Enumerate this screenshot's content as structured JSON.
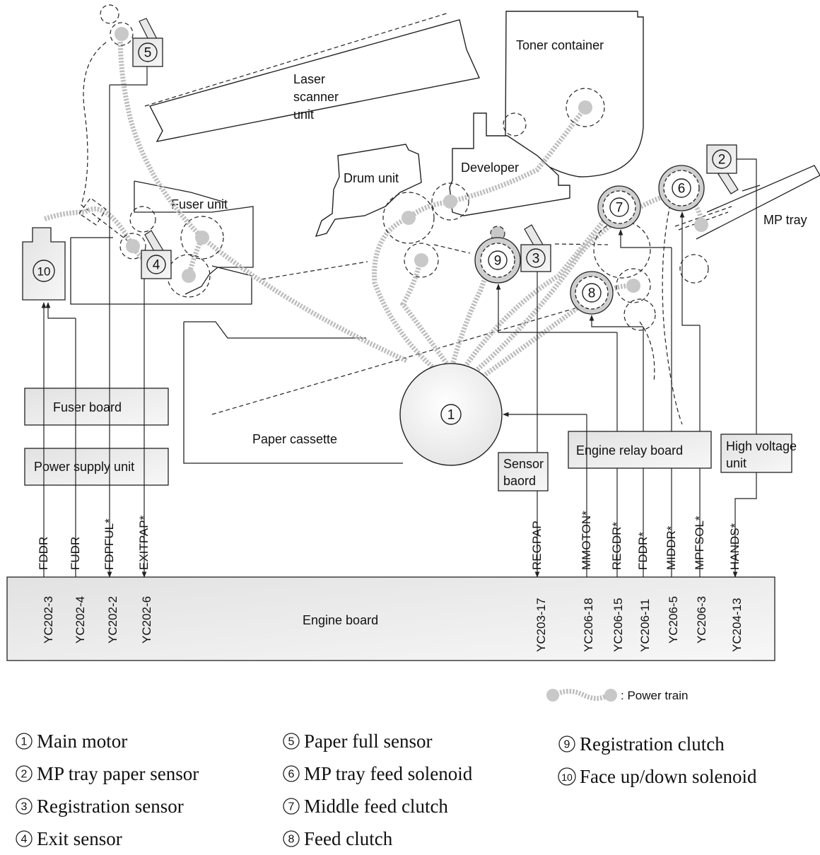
{
  "components": {
    "toner_container": "Toner container",
    "laser_scanner": [
      "Laser",
      "scanner",
      "unit"
    ],
    "drum_unit": "Drum unit",
    "developer": "Developer",
    "fuser_unit": "Fuser unit",
    "mp_tray": "MP tray",
    "paper_cassette": "Paper cassette"
  },
  "boards": {
    "fuser_board": "Fuser board",
    "power_supply": "Power supply unit",
    "engine_relay": "Engine relay board",
    "high_voltage": [
      "High voltage",
      "unit"
    ],
    "sensor_board": [
      "Sensor",
      "baord"
    ],
    "engine_board": "Engine board"
  },
  "signals": [
    {
      "name": "FDDR",
      "connector": "YC202-3"
    },
    {
      "name": "FUDR",
      "connector": "YC202-4"
    },
    {
      "name": "FDPFUL*",
      "connector": "YC202-2"
    },
    {
      "name": "EXITPAP*",
      "connector": "YC202-6"
    },
    {
      "name": "REGPAP",
      "connector": "YC203-17"
    },
    {
      "name": "MMOTON*",
      "connector": "YC206-18"
    },
    {
      "name": "REGDR*",
      "connector": "YC206-15"
    },
    {
      "name": "FDDR*",
      "connector": "YC206-11"
    },
    {
      "name": "MIDDR*",
      "connector": "YC206-5"
    },
    {
      "name": "MPFSOL*",
      "connector": "YC206-3"
    },
    {
      "name": "HANDS*",
      "connector": "YC204-13"
    }
  ],
  "markers": [
    "1",
    "2",
    "3",
    "4",
    "5",
    "6",
    "7",
    "8",
    "9",
    "10"
  ],
  "power_train_label": ": Power train",
  "legend": [
    {
      "num": "1",
      "text": "Main motor"
    },
    {
      "num": "2",
      "text": "MP tray paper sensor"
    },
    {
      "num": "3",
      "text": "Registration sensor"
    },
    {
      "num": "4",
      "text": "Exit sensor"
    },
    {
      "num": "5",
      "text": "Paper full sensor"
    },
    {
      "num": "6",
      "text": "MP tray feed solenoid"
    },
    {
      "num": "7",
      "text": "Middle feed clutch"
    },
    {
      "num": "8",
      "text": "Feed clutch"
    },
    {
      "num": "9",
      "text": "Registration clutch"
    },
    {
      "num": "10",
      "text": "Face up/down solenoid"
    }
  ]
}
